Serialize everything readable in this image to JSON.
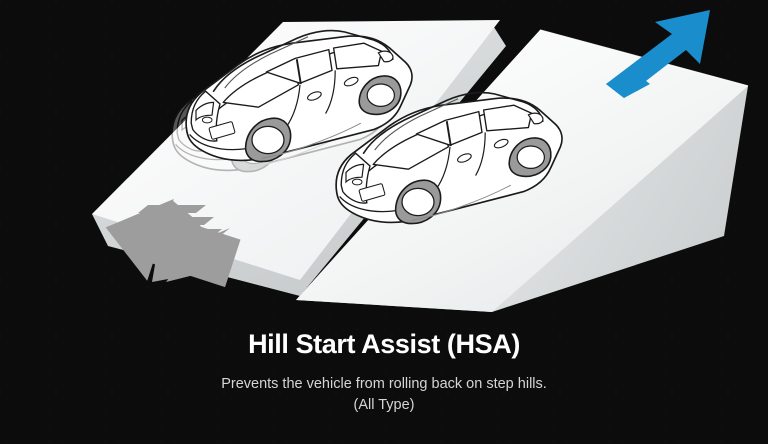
{
  "meta": {
    "kind": "automotive-feature-illustration",
    "background_color": "#0c0c0c"
  },
  "caption": {
    "title": "Hill Start Assist (HSA)",
    "subtitle_line1": "Prevents the vehicle from rolling back on step hills.",
    "subtitle_line2": "(All Type)"
  },
  "colors": {
    "background": "#0c0c0c",
    "title_text": "#ffffff",
    "subtitle_text": "#d5d5d5",
    "blue_arrow": "#1a8ecd",
    "gray_arrow": "#9d9d9d",
    "ramp_top": "#f4f6f6",
    "ramp_side_light": "#dcdfe0",
    "ramp_side_dark": "#c6cacb",
    "car_outline": "#1b1b1b",
    "car_body": "#ffffff",
    "wheel_gray": "#9a9a9a"
  },
  "scenes": [
    {
      "id": "scene-left",
      "name": "vehicle-rolling-back",
      "arrow": {
        "name": "rollback-arrow",
        "direction": "down-left",
        "color": "#9d9d9d",
        "motion_streaks": 4
      },
      "vehicle": {
        "name": "hatchback-car",
        "view": "rear-three-quarter",
        "ghost_duplicate": true
      },
      "slope": {
        "name": "flat-ramp-slab",
        "style": "thin-slab"
      }
    },
    {
      "id": "scene-right",
      "name": "vehicle-holding-and-climbing",
      "arrow": {
        "name": "climb-arrow",
        "direction": "up-right",
        "color": "#1a8ecd",
        "motion_streaks": 0
      },
      "vehicle": {
        "name": "hatchback-car",
        "view": "rear-three-quarter",
        "ghost_duplicate": false
      },
      "slope": {
        "name": "wedge-ramp-3d",
        "style": "solid-wedge"
      }
    }
  ]
}
